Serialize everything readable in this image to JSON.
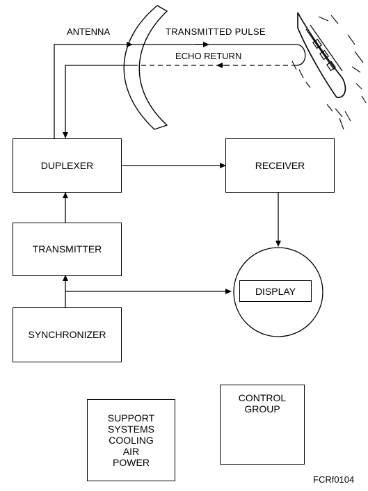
{
  "labels": {
    "antenna": "ANTENNA",
    "transmitted_pulse": "TRANSMITTED PULSE",
    "echo_return": "ECHO RETURN",
    "figure_id": "FCRf0104"
  },
  "blocks": {
    "duplexer": "DUPLEXER",
    "receiver": "RECEIVER",
    "transmitter": "TRANSMITTER",
    "synchronizer": "SYNCHRONIZER",
    "display": "DISPLAY",
    "support_systems": [
      "SUPPORT",
      "SYSTEMS",
      "COOLING",
      "AIR",
      "POWER"
    ],
    "control_group": [
      "CONTROL",
      "GROUP"
    ]
  }
}
